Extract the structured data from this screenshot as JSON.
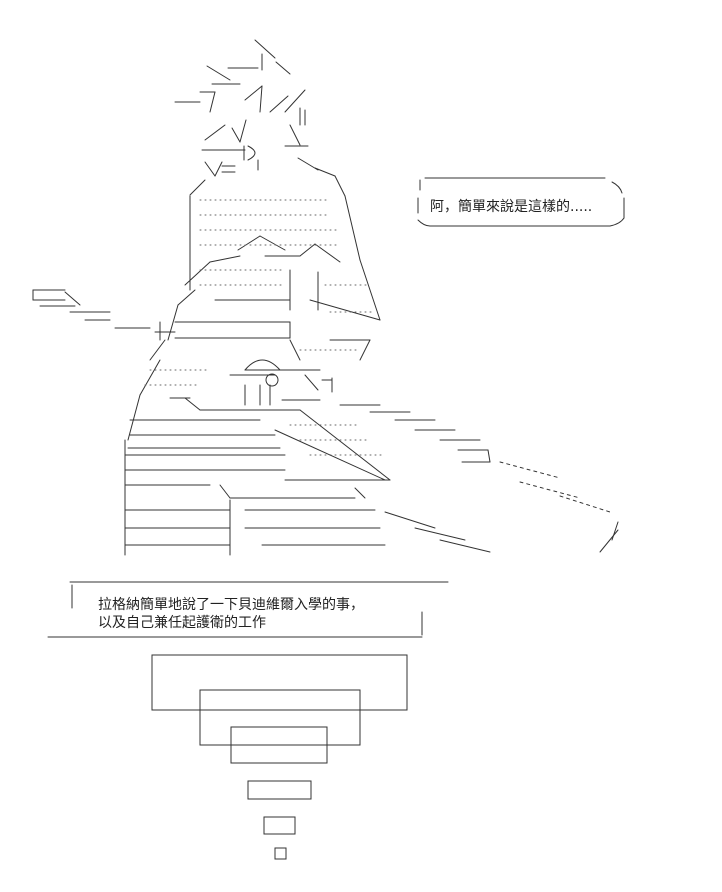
{
  "speech_bubble": {
    "text": "阿，簡單來說是這樣的....."
  },
  "caption_box": {
    "line1": "拉格納簡單地說了一下貝迪維爾入學的事，",
    "line2": "以及自己兼任起護衛的工作"
  }
}
